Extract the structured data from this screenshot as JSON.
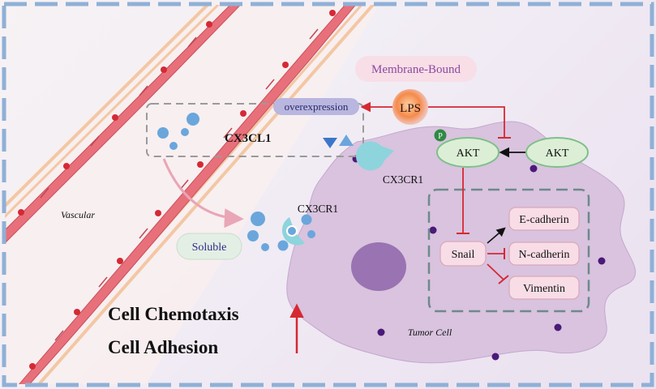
{
  "labels": {
    "membrane_bound": "Membrane-Bound",
    "lps": "LPS",
    "overexpression": "overexpression",
    "cx3cl1": "CX3CL1",
    "cx3cr1_top": "CX3CR1",
    "cx3cr1_bottom": "CX3CR1",
    "akt_phospho": "AKT",
    "akt": "AKT",
    "phospho": "P",
    "vascular": "Vascular",
    "soluble": "Soluble",
    "snail": "Snail",
    "e_cadherin": "E-cadherin",
    "n_cadherin": "N-cadherin",
    "vimentin": "Vimentin",
    "tumor_cell": "Tumor Cell",
    "cell_chemotaxis": "Cell Chemotaxis",
    "cell_adhesion": "Cell Adhesion"
  },
  "colors": {
    "frame_dash": "#8fb0d6",
    "vessel_wall": "#f3c7a4",
    "endothelial": "#e8707a",
    "nucleus_red": "#d42a35",
    "tumor_fill": "#d9c3df",
    "tumor_nucleus": "#9a73b2",
    "granule": "#4a1a78",
    "ligand_blue": "#6aa6dc",
    "receptor": "#8ed4dc",
    "akt_fill": "#dcefd6",
    "akt_stroke": "#7fbf8a",
    "inhibit_red": "#d62832",
    "pink_box": "#f8dde6",
    "pink_stroke": "#d9a7b9",
    "label_purple": "#8a4aa0",
    "overexp_fill": "#b9b6df"
  }
}
